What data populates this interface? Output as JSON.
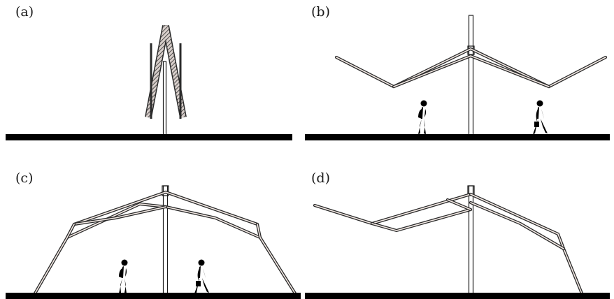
{
  "panels": [
    {
      "id": "a",
      "label": "(a)"
    },
    {
      "id": "b",
      "label": "(b)"
    },
    {
      "id": "c",
      "label": "(c)"
    },
    {
      "id": "d",
      "label": "(d)"
    }
  ],
  "colors": {
    "strut_outline": "#2b2b2b",
    "strut_fill": "#f3e9e4",
    "ground": "#000000",
    "line": "#1a1a1a"
  }
}
